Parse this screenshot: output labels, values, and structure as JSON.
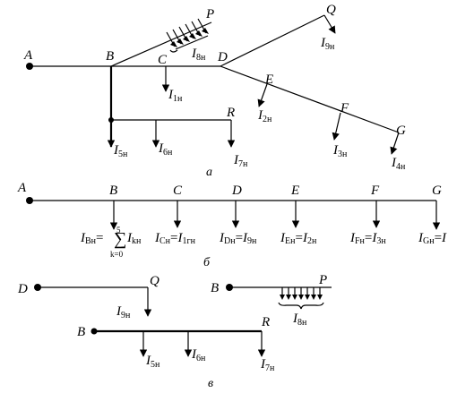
{
  "labels": {
    "A": "A",
    "B": "B",
    "C": "C",
    "D": "D",
    "E": "E",
    "F": "F",
    "G": "G",
    "P": "P",
    "Q": "Q",
    "R": "R"
  },
  "loads_a": {
    "I1": {
      "main": "I",
      "sub": "1н"
    },
    "I2": {
      "main": "I",
      "sub": "2н"
    },
    "I3": {
      "main": "I",
      "sub": "3н"
    },
    "I4": {
      "main": "I",
      "sub": "4н"
    },
    "I5": {
      "main": "I",
      "sub": "5н"
    },
    "I6": {
      "main": "I",
      "sub": "6н"
    },
    "I7": {
      "main": "I",
      "sub": "7н"
    },
    "I8": {
      "main": "I",
      "sub": "8н"
    },
    "I9": {
      "main": "I",
      "sub": "9н"
    }
  },
  "loads_b": {
    "B": {
      "lhs": "I",
      "lhs_sub": "Вн",
      "eq": "=",
      "sum": "∑",
      "rhs": "I",
      "rhs_sub": "kн",
      "top": "5",
      "bottom": "k=0"
    },
    "C": {
      "lhs": "I",
      "lhs_sub": "Сн",
      "eq": "=",
      "rhs": "I",
      "rhs_sub": "1гн"
    },
    "D": {
      "lhs": "I",
      "lhs_sub": "Dн",
      "eq": "=",
      "rhs": "I",
      "rhs_sub": "9н"
    },
    "E": {
      "lhs": "I",
      "lhs_sub": "Ен",
      "eq": "=",
      "rhs": "I",
      "rhs_sub": "2н"
    },
    "F": {
      "lhs": "I",
      "lhs_sub": "Fн",
      "eq": "=",
      "rhs": "I",
      "rhs_sub": "3н"
    },
    "G": {
      "lhs": "I",
      "lhs_sub": "Gн",
      "eq": "=",
      "rhs": "I"
    }
  },
  "captions": {
    "a": "а",
    "b": "б",
    "c": "в"
  }
}
